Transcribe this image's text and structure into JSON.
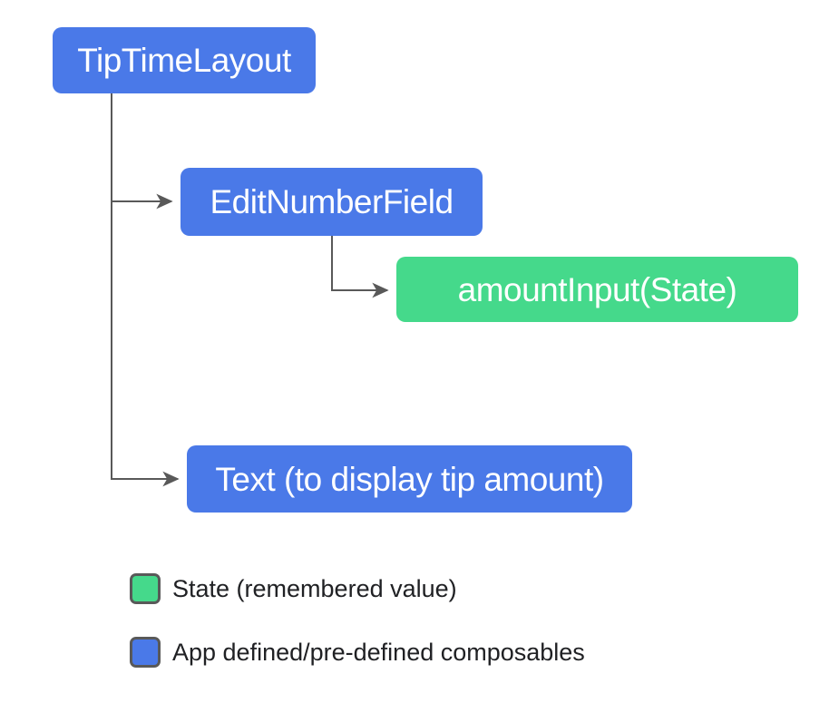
{
  "diagram": {
    "type": "tree",
    "nodes": [
      {
        "label": "TipTimeLayout",
        "kind": "composable"
      },
      {
        "label": "EditNumberField",
        "kind": "composable"
      },
      {
        "label": "amountInput(State)",
        "kind": "state"
      },
      {
        "label": "Text (to display tip amount)",
        "kind": "composable"
      }
    ],
    "edges": [
      {
        "from": "TipTimeLayout",
        "to": "EditNumberField"
      },
      {
        "from": "EditNumberField",
        "to": "amountInput(State)"
      },
      {
        "from": "TipTimeLayout",
        "to": "Text (to display tip amount)"
      }
    ],
    "colors": {
      "composable_blue": "#4A79E8",
      "state_green": "#45D98B",
      "connector_gray": "#595959",
      "node_text": "#FFFFFF",
      "legend_text": "#202124",
      "background": "#FFFFFF"
    }
  },
  "legend": {
    "items": [
      {
        "label": "State (remembered value)",
        "swatch_color": "#45D98B"
      },
      {
        "label": "App defined/pre-defined composables",
        "swatch_color": "#4A79E8"
      }
    ]
  }
}
